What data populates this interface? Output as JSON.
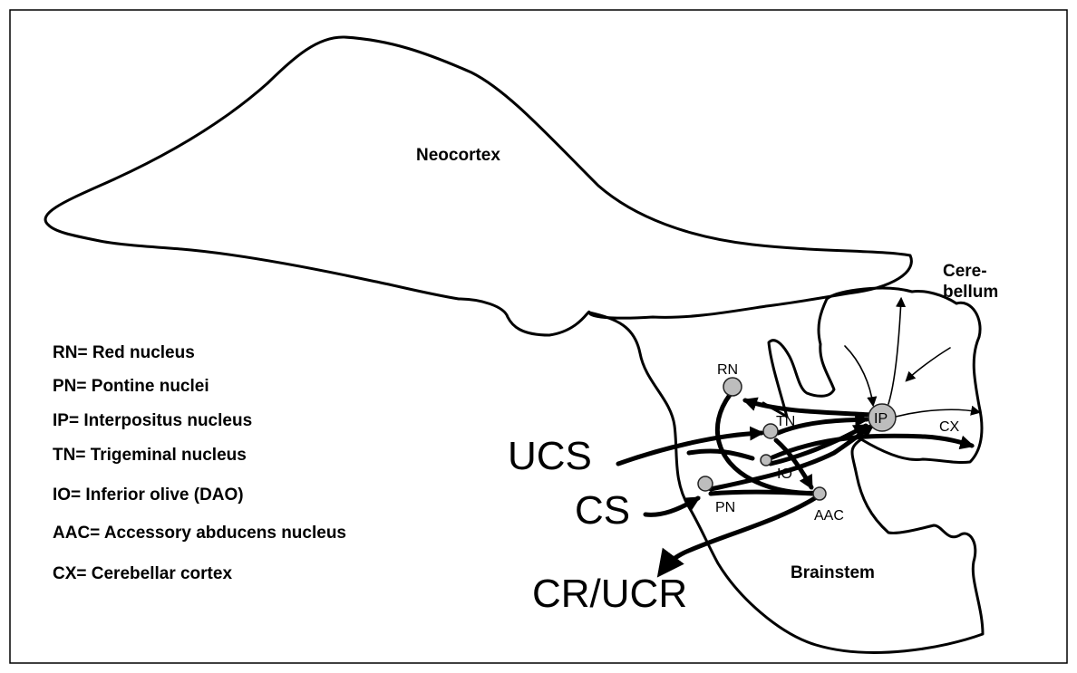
{
  "regions": {
    "neocortex": "Neocortex",
    "cerebellum_line1": "Cere-",
    "cerebellum_line2": "bellum",
    "brainstem": "Brainstem"
  },
  "legend": [
    "RN= Red nucleus",
    "PN= Pontine nuclei",
    "IP= Interpositus nucleus",
    "TN= Trigeminal nucleus",
    "IO= Inferior olive (DAO)",
    "AAC= Accessory abducens nucleus",
    "CX= Cerebellar cortex"
  ],
  "nodes": {
    "rn": "RN",
    "tn": "TN",
    "io": "IO",
    "pn": "PN",
    "aac": "AAC",
    "ip": "IP",
    "cx": "CX"
  },
  "signals": {
    "ucs": "UCS",
    "cs": "CS",
    "response": "CR/UCR"
  }
}
